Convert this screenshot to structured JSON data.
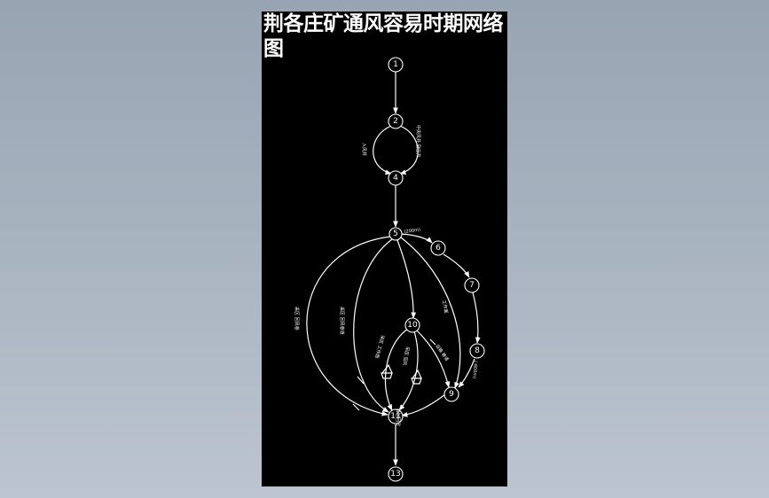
{
  "title": "荆各庄矿通风容易时期网络图",
  "nodes": [
    {
      "id": "n1",
      "label": "1"
    },
    {
      "id": "n2",
      "label": "2"
    },
    {
      "id": "n4",
      "label": "4"
    },
    {
      "id": "n5",
      "label": "5"
    },
    {
      "id": "n6",
      "label": "6"
    },
    {
      "id": "n7",
      "label": "7"
    },
    {
      "id": "n8",
      "label": "8"
    },
    {
      "id": "n9",
      "label": "9"
    },
    {
      "id": "n10",
      "label": "10"
    },
    {
      "id": "n11",
      "label": "11"
    },
    {
      "id": "n13",
      "label": "13"
    }
  ],
  "edge_labels": [
    {
      "id": "lab-a",
      "text": "入风井"
    },
    {
      "id": "lab-b",
      "text": "中央风井 副立井"
    },
    {
      "id": "lab-c",
      "text": "(200m)"
    },
    {
      "id": "lab-d",
      "text": "采区 回风巷"
    },
    {
      "id": "lab-e",
      "text": "采区 回风巷道"
    },
    {
      "id": "lab-f",
      "text": "工作面"
    },
    {
      "id": "lab-g",
      "text": "采区 工作面"
    },
    {
      "id": "lab-h",
      "text": "采区 回风"
    },
    {
      "id": "lab-i",
      "text": "运输 巷道"
    },
    {
      "id": "lab-j",
      "text": "(-600m)"
    },
    {
      "id": "lab-k",
      "text": "总回风巷"
    }
  ],
  "colors": {
    "background": "#000000",
    "stroke": "#ffffff"
  }
}
